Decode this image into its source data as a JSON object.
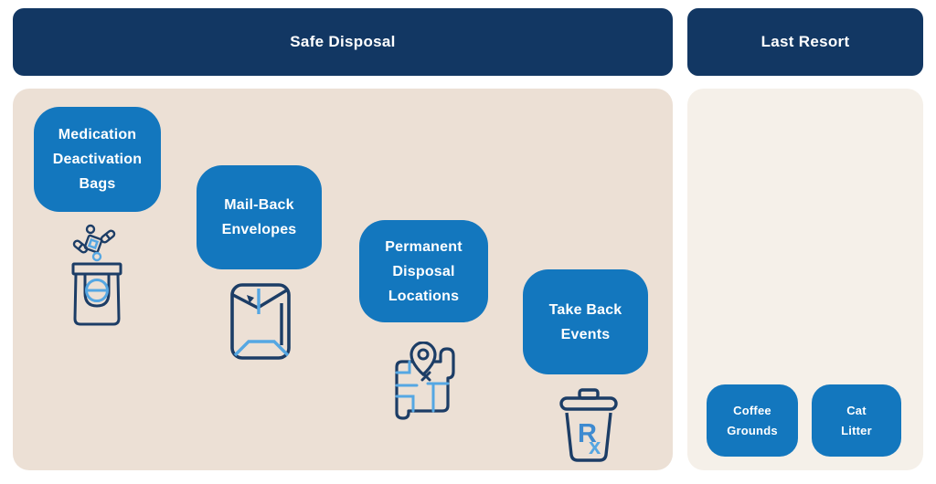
{
  "sections": {
    "safe": {
      "title": "Safe Disposal",
      "cards": {
        "bags": {
          "line1": "Medication",
          "line2": "Deactivation",
          "line3": "Bags"
        },
        "envelopes": {
          "line1": "Mail-Back",
          "line2": "Envelopes"
        },
        "locations": {
          "line1": "Permanent",
          "line2": "Disposal",
          "line3": "Locations"
        },
        "events": {
          "line1": "Take Back",
          "line2": "Events"
        }
      },
      "icons": {
        "bags": "medication-deactivation-bag-icon",
        "envelopes": "mail-back-envelope-icon",
        "locations": "map-location-icon",
        "events": "rx-trash-can-icon"
      }
    },
    "last_resort": {
      "title": "Last Resort",
      "cards": {
        "coffee": {
          "line1": "Coffee",
          "line2": "Grounds"
        },
        "cat": {
          "line1": "Cat",
          "line2": "Litter"
        }
      }
    }
  },
  "rx_symbol": {
    "r": "R",
    "x": "x"
  },
  "colors": {
    "header_navy": "#123763",
    "card_blue": "#1377BE",
    "safe_panel_beige": "#ECE0D5",
    "last_resort_cream": "#F5F0E9",
    "label_text": "#FFFFFF",
    "icon_outline_navy": "#1C3D66",
    "icon_accent_blue": "#55A7E3"
  }
}
